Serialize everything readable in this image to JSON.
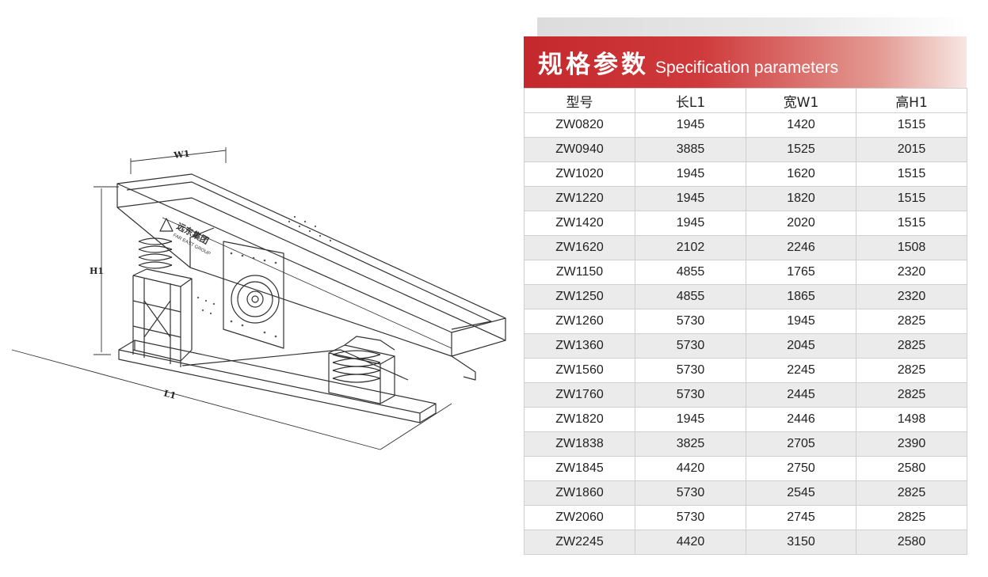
{
  "drawing": {
    "dim_w": "W1",
    "dim_h": "H1",
    "dim_l": "L1",
    "logo_text": "远东集团",
    "logo_sub": "FAR EAST GROUP"
  },
  "spec": {
    "title_cn": "规格参数",
    "title_en": "Specification parameters",
    "headers": [
      "型号",
      "长L1",
      "宽W1",
      "高H1"
    ],
    "rows": [
      [
        "ZW0820",
        "1945",
        "1420",
        "1515"
      ],
      [
        "ZW0940",
        "3885",
        "1525",
        "2015"
      ],
      [
        "ZW1020",
        "1945",
        "1620",
        "1515"
      ],
      [
        "ZW1220",
        "1945",
        "1820",
        "1515"
      ],
      [
        "ZW1420",
        "1945",
        "2020",
        "1515"
      ],
      [
        "ZW1620",
        "2102",
        "2246",
        "1508"
      ],
      [
        "ZW1150",
        "4855",
        "1765",
        "2320"
      ],
      [
        "ZW1250",
        "4855",
        "1865",
        "2320"
      ],
      [
        "ZW1260",
        "5730",
        "1945",
        "2825"
      ],
      [
        "ZW1360",
        "5730",
        "2045",
        "2825"
      ],
      [
        "ZW1560",
        "5730",
        "2245",
        "2825"
      ],
      [
        "ZW1760",
        "5730",
        "2445",
        "2825"
      ],
      [
        "ZW1820",
        "1945",
        "2446",
        "1498"
      ],
      [
        "ZW1838",
        "3825",
        "2705",
        "2390"
      ],
      [
        "ZW1845",
        "4420",
        "2750",
        "2580"
      ],
      [
        "ZW1860",
        "5730",
        "2545",
        "2825"
      ],
      [
        "ZW2060",
        "5730",
        "2745",
        "2825"
      ],
      [
        "ZW2245",
        "4420",
        "3150",
        "2580"
      ]
    ]
  }
}
